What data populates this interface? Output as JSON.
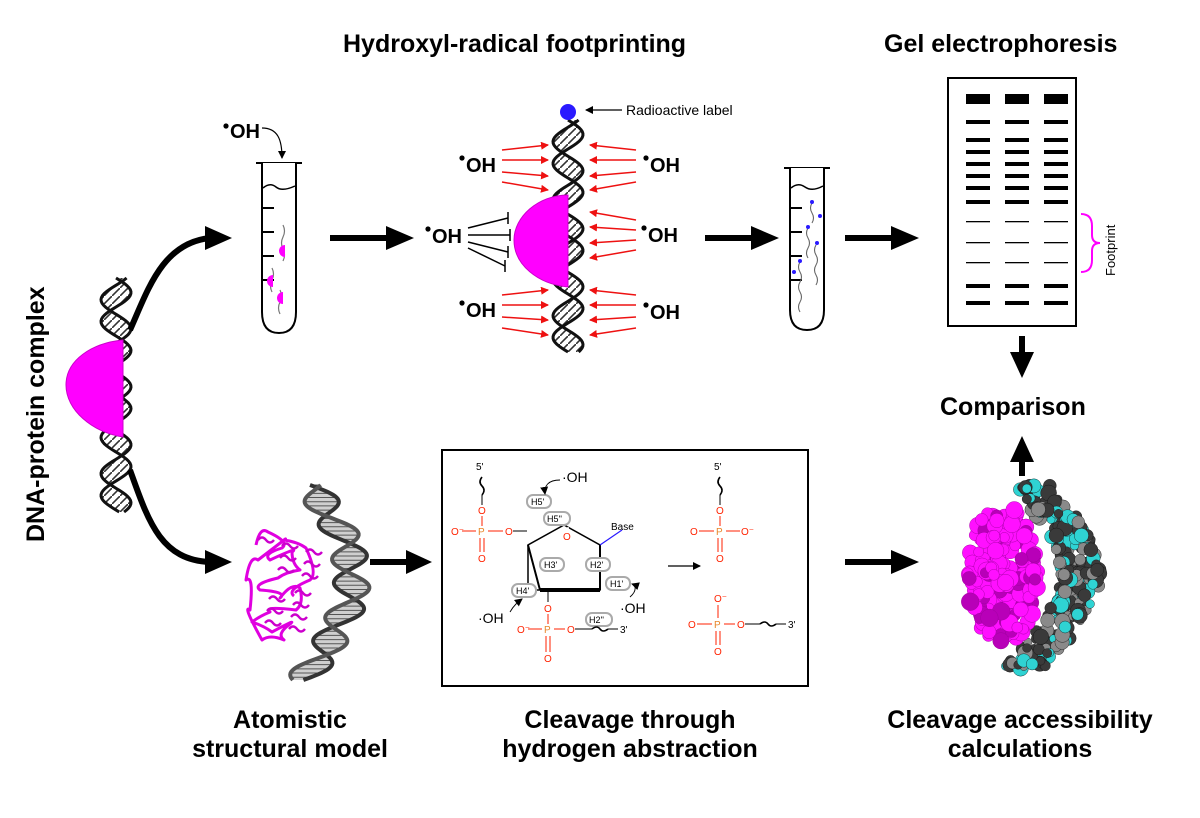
{
  "titles": {
    "hydroxyl": "Hydroxyl-radical footprinting",
    "gel": "Gel electrophoresis",
    "complex": "DNA-protein complex",
    "comparison": "Comparison",
    "atomistic_l1": "Atomistic",
    "atomistic_l2": "structural model",
    "cleavage_l1": "Cleavage through",
    "cleavage_l2": "hydrogen abstraction",
    "access_l1": "Cleavage accessibility",
    "access_l2": "calculations"
  },
  "labels": {
    "radioactive": "Radioactive label",
    "footprint": "Footprint",
    "oh": "OH",
    "dot_oh": "·OH"
  },
  "chem": {
    "five_prime": "5'",
    "three_prime": "3'",
    "o": "O",
    "p": "P",
    "o_minus": "O⁻",
    "base": "Base",
    "h5p": "H5'",
    "h5pp": "H5''",
    "h4p": "H4'",
    "h3p": "H3'",
    "h2p": "H2'",
    "h2pp": "H2''",
    "h1p": "H1'"
  },
  "colors": {
    "protein": "#ff00ff",
    "label_dot": "#2a1aff",
    "arrows_red": "#ee1111",
    "phosphate": "#e8862a",
    "oxygen": "#ff2200",
    "dna_cyan": "#2fd3d3"
  }
}
